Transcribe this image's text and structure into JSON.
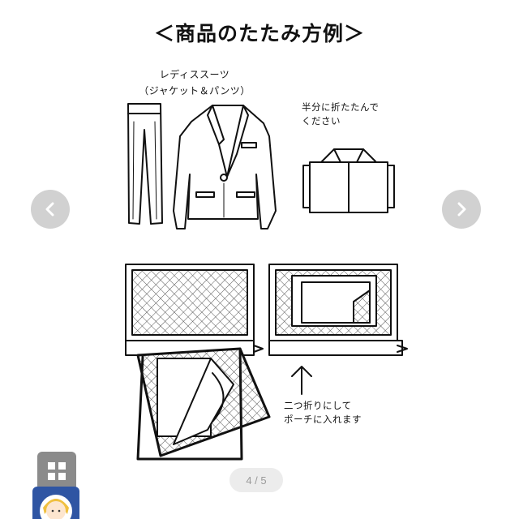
{
  "title": "＜商品のたたみ方例＞",
  "suit_label": [
    "レディススーツ",
    "（ジャケット＆パンツ）"
  ],
  "fold_instruction": [
    "半分に折たたんで",
    "ください"
  ],
  "pouch_instruction": [
    "二つ折りにして",
    "ポーチに入れます"
  ],
  "carousel": {
    "counter": "4 / 5",
    "prev_icon": "chevron-left-icon",
    "next_icon": "chevron-right-icon"
  },
  "grid_icon": "grid-icon",
  "avatar_icon": "user-avatar-icon"
}
